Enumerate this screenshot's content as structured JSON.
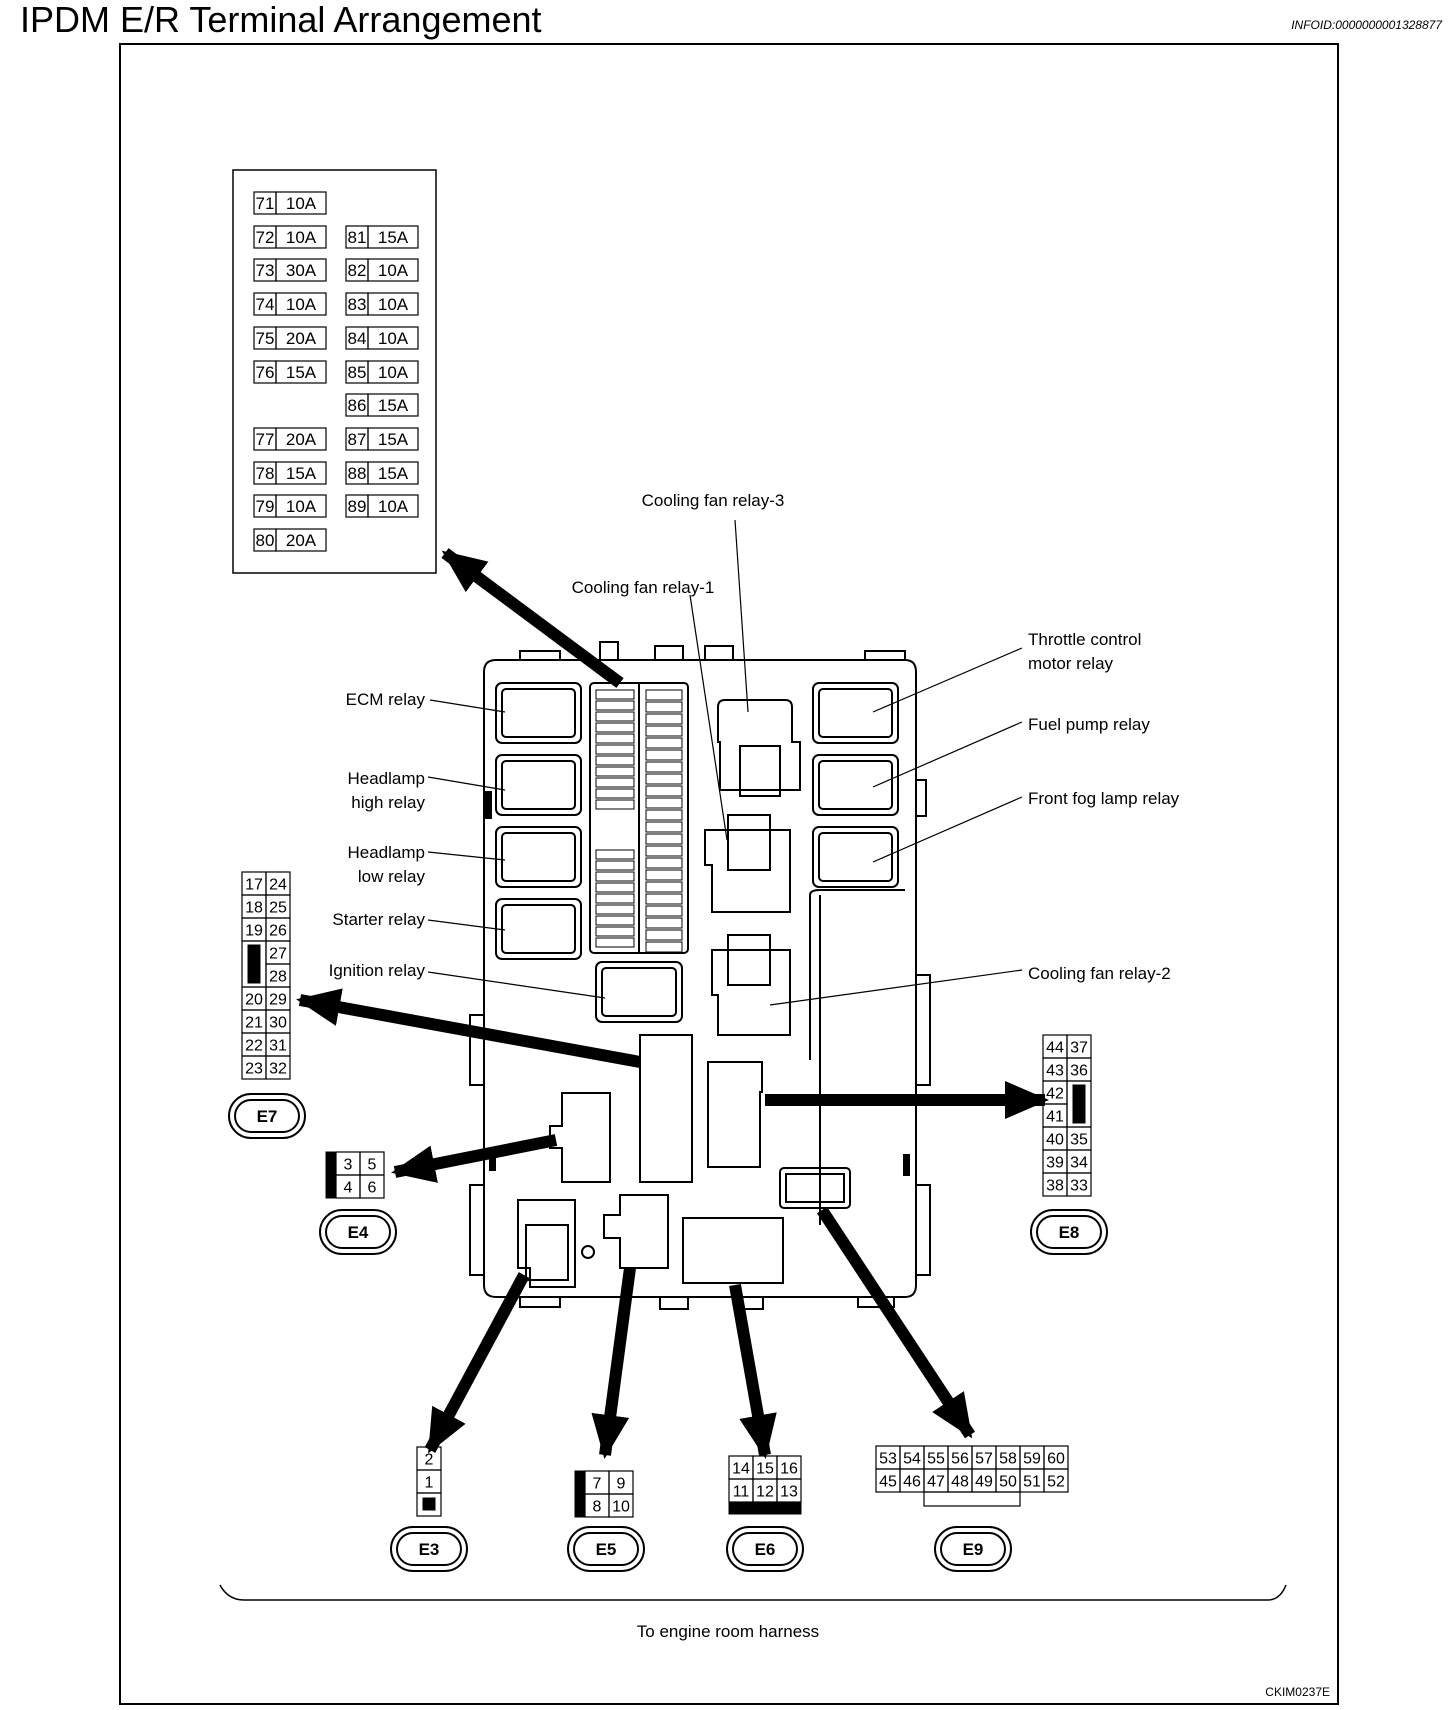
{
  "title": "IPDM E/R Terminal Arrangement",
  "info_id": "INFOID:0000000001328877",
  "figure_code": "CKIM0237E",
  "harness_label": "To engine room harness",
  "fuses": {
    "left": [
      {
        "no": "71",
        "amp": "10A"
      },
      {
        "no": "72",
        "amp": "10A"
      },
      {
        "no": "73",
        "amp": "30A"
      },
      {
        "no": "74",
        "amp": "10A"
      },
      {
        "no": "75",
        "amp": "20A"
      },
      {
        "no": "76",
        "amp": "15A"
      },
      {
        "no": "77",
        "amp": "20A"
      },
      {
        "no": "78",
        "amp": "15A"
      },
      {
        "no": "79",
        "amp": "10A"
      },
      {
        "no": "80",
        "amp": "20A"
      }
    ],
    "right": [
      {
        "no": "81",
        "amp": "15A"
      },
      {
        "no": "82",
        "amp": "10A"
      },
      {
        "no": "83",
        "amp": "10A"
      },
      {
        "no": "84",
        "amp": "10A"
      },
      {
        "no": "85",
        "amp": "10A"
      },
      {
        "no": "86",
        "amp": "15A"
      },
      {
        "no": "87",
        "amp": "15A"
      },
      {
        "no": "88",
        "amp": "15A"
      },
      {
        "no": "89",
        "amp": "10A"
      }
    ]
  },
  "relays": {
    "ecm": "ECM relay",
    "headlamp_high_1": "Headlamp",
    "headlamp_high_2": "high relay",
    "headlamp_low_1": "Headlamp",
    "headlamp_low_2": "low relay",
    "starter": "Starter relay",
    "ignition": "Ignition relay",
    "cooling_fan_3": "Cooling fan relay-3",
    "cooling_fan_1": "Cooling fan relay-1",
    "throttle_1": "Throttle control",
    "throttle_2": "motor relay",
    "fuel_pump": "Fuel pump relay",
    "front_fog": "Front fog lamp relay",
    "cooling_fan_2": "Cooling fan relay-2"
  },
  "connectors": {
    "e3": {
      "id": "E3",
      "pins": [
        "2",
        "1"
      ]
    },
    "e4": {
      "id": "E4",
      "pins": [
        "3",
        "5",
        "4",
        "6"
      ]
    },
    "e5": {
      "id": "E5",
      "pins": [
        "7",
        "9",
        "8",
        "10"
      ]
    },
    "e6": {
      "id": "E6",
      "pins": [
        "14",
        "15",
        "16",
        "11",
        "12",
        "13"
      ]
    },
    "e7": {
      "id": "E7",
      "pins": [
        "17",
        "24",
        "18",
        "25",
        "19",
        "26",
        "27",
        "28",
        "20",
        "29",
        "21",
        "30",
        "22",
        "31",
        "23",
        "32"
      ]
    },
    "e8": {
      "id": "E8",
      "pins": [
        "44",
        "37",
        "43",
        "36",
        "42",
        "41",
        "40",
        "35",
        "39",
        "34",
        "38",
        "33"
      ]
    },
    "e9": {
      "id": "E9",
      "pins": [
        "53",
        "54",
        "55",
        "56",
        "57",
        "58",
        "59",
        "60",
        "45",
        "46",
        "47",
        "48",
        "49",
        "50",
        "51",
        "52"
      ]
    }
  }
}
